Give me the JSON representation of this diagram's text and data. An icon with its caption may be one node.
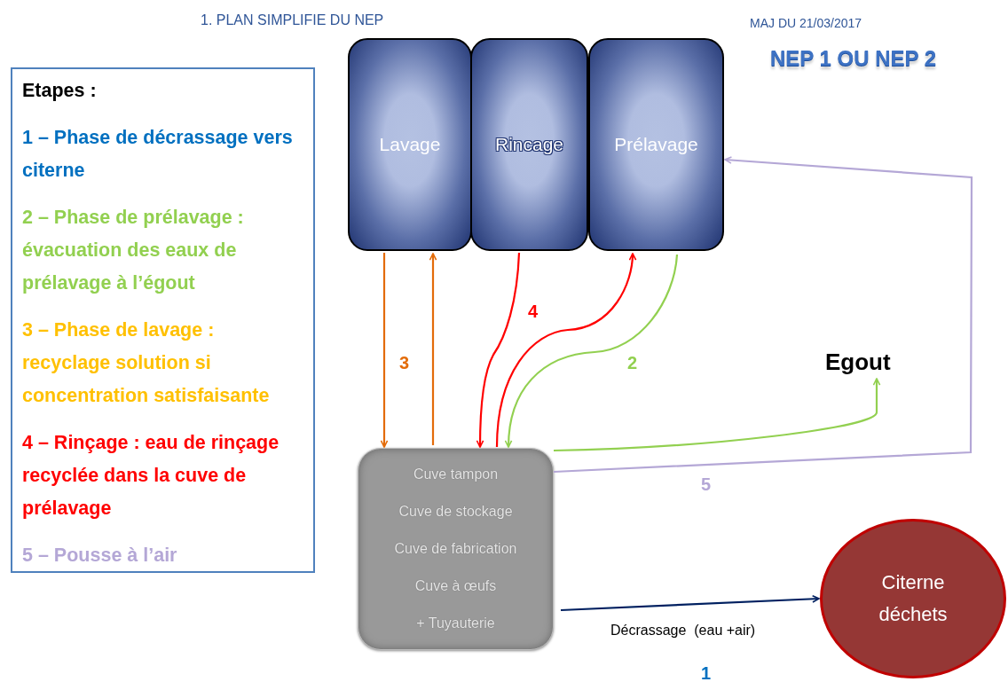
{
  "diagram": {
    "title": "1. PLAN SIMPLIFIE DU NEP",
    "nodes": [
      {
        "text": [
          "Etapes :",
          "1 – Phase de décrassage vers citerne",
          "2 – Phase de prélavage : évacuation des eaux de prélavage à l’égout",
          "3 – Phase de lavage : recyclage solution si concentration satisfaisante",
          "4 – Rinçage : eau de rinçage recyclée dans la cuve de prélavage",
          "5 – Pousse à l’air"
        ]
      },
      {
        "text": [
          "Lavage"
        ]
      },
      {
        "text": [
          "Rincage"
        ]
      },
      {
        "text": [
          "Prélavage"
        ]
      },
      {
        "text": [
          "Cuve tampon",
          "Cuve de stockage",
          "Cuve de fabrication",
          "Cuve à œufs",
          "+ Tuyauterie"
        ]
      },
      {
        "text": [
          "Egout"
        ]
      },
      {
        "text": [
          "Citerne déchets"
        ]
      }
    ],
    "edges": [
      {
        "from": 1,
        "to": 4,
        "arrow": "to",
        "label": "3",
        "color": "#e36c0a"
      },
      {
        "from": 4,
        "to": 1,
        "arrow": "to",
        "color": "#e36c0a"
      },
      {
        "from": 2,
        "to": 4,
        "arrow": "to",
        "label": "4",
        "color": "#ff0000"
      },
      {
        "from": 4,
        "to": 3,
        "arrow": "to",
        "color": "#ff0000"
      },
      {
        "from": 3,
        "to": 4,
        "arrow": "to",
        "label": "2",
        "color": "#92d050"
      },
      {
        "from": 4,
        "to": 5,
        "arrow": "to",
        "color": "#92d050"
      },
      {
        "from": 4,
        "to": 3,
        "arrow": "to",
        "label": "5",
        "color": "#b4a7d6"
      },
      {
        "from": 4,
        "to": 6,
        "arrow": "to",
        "label": "Décrassage  (eau +air)",
        "color": "#002060"
      }
    ],
    "labels": [
      "MAJ DU 21/03/2017",
      "NEP 1 OU NEP 2",
      "1"
    ]
  }
}
